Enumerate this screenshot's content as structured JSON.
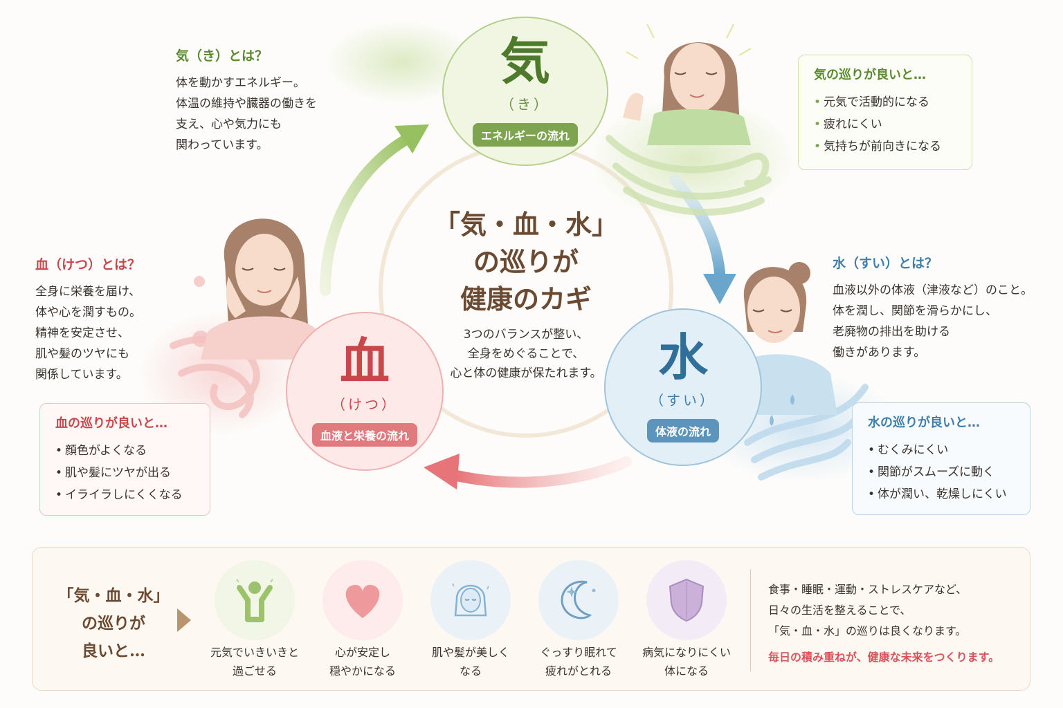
{
  "center": {
    "title_lines": [
      "「気・血・水」",
      "の巡りが",
      "健康のカギ"
    ],
    "body_lines": [
      "3つのバランスが整い、",
      "全身をめぐることで、",
      "心と体の健康が保たれます。"
    ]
  },
  "ki": {
    "kanji": "気",
    "reading": "（き）",
    "tag": "エネルギーの流れ",
    "question": "気（き）とは？",
    "desc_lines": [
      "体を動かすエネルギー。",
      "体温の維持や臓器の働きを",
      "支え、心や気力にも",
      "関わっています。"
    ],
    "benefit_title": "気の巡りが良いと…",
    "benefits": [
      "元気で活動的になる",
      "疲れにくい",
      "気持ちが前向きになる"
    ]
  },
  "ketsu": {
    "kanji": "血",
    "reading": "（けつ）",
    "tag": "血液と栄養の流れ",
    "question": "血（けつ）とは？",
    "desc_lines": [
      "全身に栄養を届け、",
      "体や心を潤すもの。",
      "精神を安定させ、",
      "肌や髪のツヤにも",
      "関係しています。"
    ],
    "benefit_title": "血の巡りが良いと…",
    "benefits": [
      "顔色がよくなる",
      "肌や髪にツヤが出る",
      "イライラしにくくなる"
    ]
  },
  "sui": {
    "kanji": "水",
    "reading": "（すい）",
    "tag": "体液の流れ",
    "question": "水（すい）とは？",
    "desc_lines": [
      "血液以外の体液（津液など）のこと。",
      "体を潤し、関節を滑らかにし、",
      "老廃物の排出を助ける",
      "働きがあります。"
    ],
    "benefit_title": "水の巡りが良いと…",
    "benefits": [
      "むくみにくい",
      "関節がスムーズに動く",
      "体が潤い、乾燥しにくい"
    ]
  },
  "bottom": {
    "title_lines": [
      "「気・血・水」",
      "の巡りが",
      "良いと…"
    ],
    "items": [
      {
        "icon": "person-cheer-icon",
        "lines": [
          "元気でいきいきと",
          "過ごせる"
        ]
      },
      {
        "icon": "heart-icon",
        "lines": [
          "心が安定し",
          "穏やかになる"
        ]
      },
      {
        "icon": "woman-face-icon",
        "lines": [
          "肌や髪が美しく",
          "なる"
        ]
      },
      {
        "icon": "moon-icon",
        "lines": [
          "ぐっすり眠れて",
          "疲れがとれる"
        ]
      },
      {
        "icon": "shield-icon",
        "lines": [
          "病気になりにくい",
          "体になる"
        ]
      }
    ],
    "right_lines": [
      "食事・睡眠・運動・ストレスケアなど、",
      "日々の生活を整えることで、",
      "「気・血・水」の巡りは良くなります。"
    ],
    "accent_line": "毎日の積み重ねが、健康な未来をつくります。"
  },
  "colors": {
    "ki": "#7ea450",
    "ketsu": "#e07a7c",
    "sui": "#5c94bb",
    "title_brown": "#6b4a32",
    "accent_red": "#d9535b"
  }
}
